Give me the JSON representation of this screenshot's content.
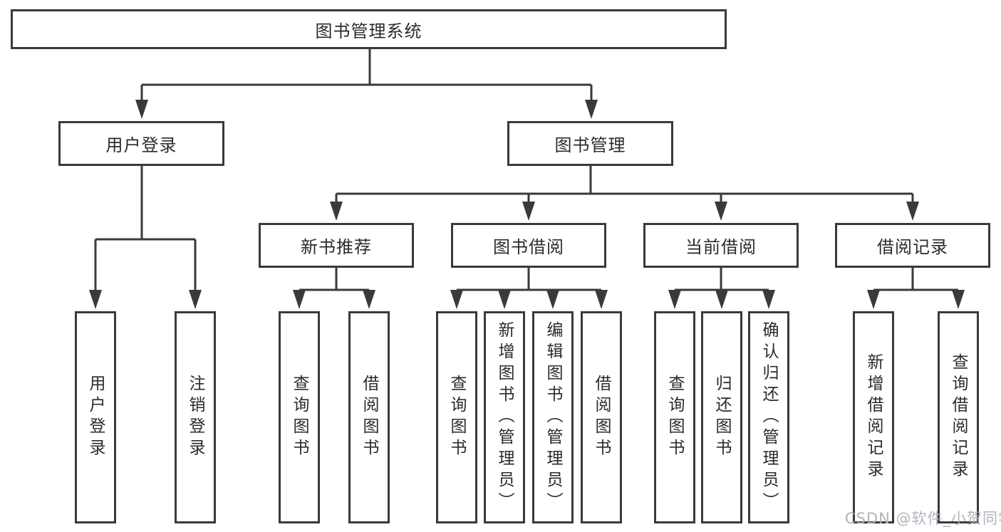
{
  "diagram": {
    "root": {
      "label": "图书管理系统"
    },
    "level2": [
      {
        "label": "用户登录"
      },
      {
        "label": "图书管理"
      }
    ],
    "level3": [
      {
        "label": "新书推荐",
        "parent": "图书管理"
      },
      {
        "label": "图书借阅",
        "parent": "图书管理"
      },
      {
        "label": "当前借阅",
        "parent": "图书管理"
      },
      {
        "label": "借阅记录",
        "parent": "图书管理"
      }
    ],
    "leaves": [
      {
        "label": "用户登录",
        "parent": "用户登录"
      },
      {
        "label": "注销登录",
        "parent": "用户登录"
      },
      {
        "label": "查询图书",
        "parent": "新书推荐"
      },
      {
        "label": "借阅图书",
        "parent": "新书推荐"
      },
      {
        "label": "查询图书",
        "parent": "图书借阅"
      },
      {
        "label": "新增图书（管理员）",
        "parent": "图书借阅"
      },
      {
        "label": "编辑图书（管理员）",
        "parent": "图书借阅"
      },
      {
        "label": "借阅图书",
        "parent": "图书借阅"
      },
      {
        "label": "查询图书",
        "parent": "当前借阅"
      },
      {
        "label": "归还图书",
        "parent": "当前借阅"
      },
      {
        "label": "确认归还（管理员）",
        "parent": "当前借阅"
      },
      {
        "label": "新增借阅记录",
        "parent": "借阅记录"
      },
      {
        "label": "查询借阅记录",
        "parent": "借阅记录"
      }
    ]
  },
  "watermark": {
    "text": "CSDN @软件_小贺同学"
  },
  "colors": {
    "line": "#3a3a3a",
    "text": "#2b2b2b",
    "box_background": "#ffffff",
    "watermark": "#acb1b9",
    "background": "#ffffff"
  }
}
